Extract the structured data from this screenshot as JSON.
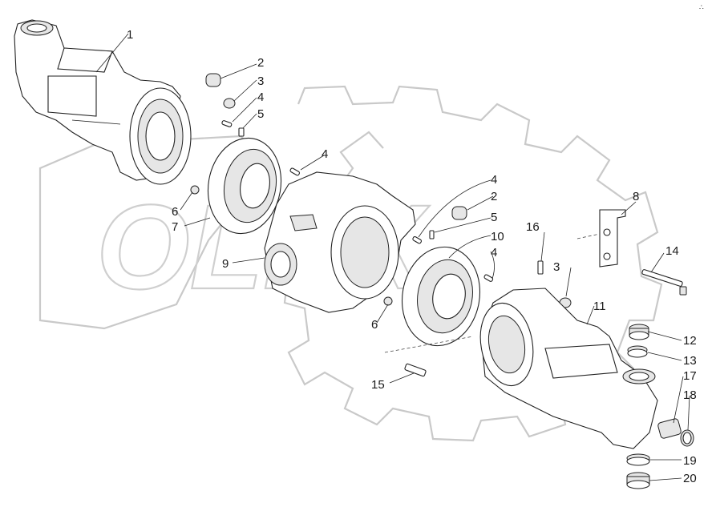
{
  "watermark": {
    "text": "OLEX"
  },
  "corner_mark": "∴",
  "callouts": [
    {
      "id": "c1",
      "label": "1"
    },
    {
      "id": "c2a",
      "label": "2"
    },
    {
      "id": "c3a",
      "label": "3"
    },
    {
      "id": "c4a",
      "label": "4"
    },
    {
      "id": "c5a",
      "label": "5"
    },
    {
      "id": "c4b",
      "label": "4"
    },
    {
      "id": "c6a",
      "label": "6"
    },
    {
      "id": "c7",
      "label": "7"
    },
    {
      "id": "c9",
      "label": "9"
    },
    {
      "id": "c4c",
      "label": "4"
    },
    {
      "id": "c2b",
      "label": "2"
    },
    {
      "id": "c5b",
      "label": "5"
    },
    {
      "id": "c10",
      "label": "10"
    },
    {
      "id": "c4d",
      "label": "4"
    },
    {
      "id": "c6b",
      "label": "6"
    },
    {
      "id": "c15",
      "label": "15"
    },
    {
      "id": "c16",
      "label": "16"
    },
    {
      "id": "c3b",
      "label": "3"
    },
    {
      "id": "c8",
      "label": "8"
    },
    {
      "id": "c14",
      "label": "14"
    },
    {
      "id": "c11",
      "label": "11"
    },
    {
      "id": "c12",
      "label": "12"
    },
    {
      "id": "c13",
      "label": "13"
    },
    {
      "id": "c17",
      "label": "17"
    },
    {
      "id": "c18",
      "label": "18"
    },
    {
      "id": "c19",
      "label": "19"
    },
    {
      "id": "c20",
      "label": "20"
    }
  ]
}
